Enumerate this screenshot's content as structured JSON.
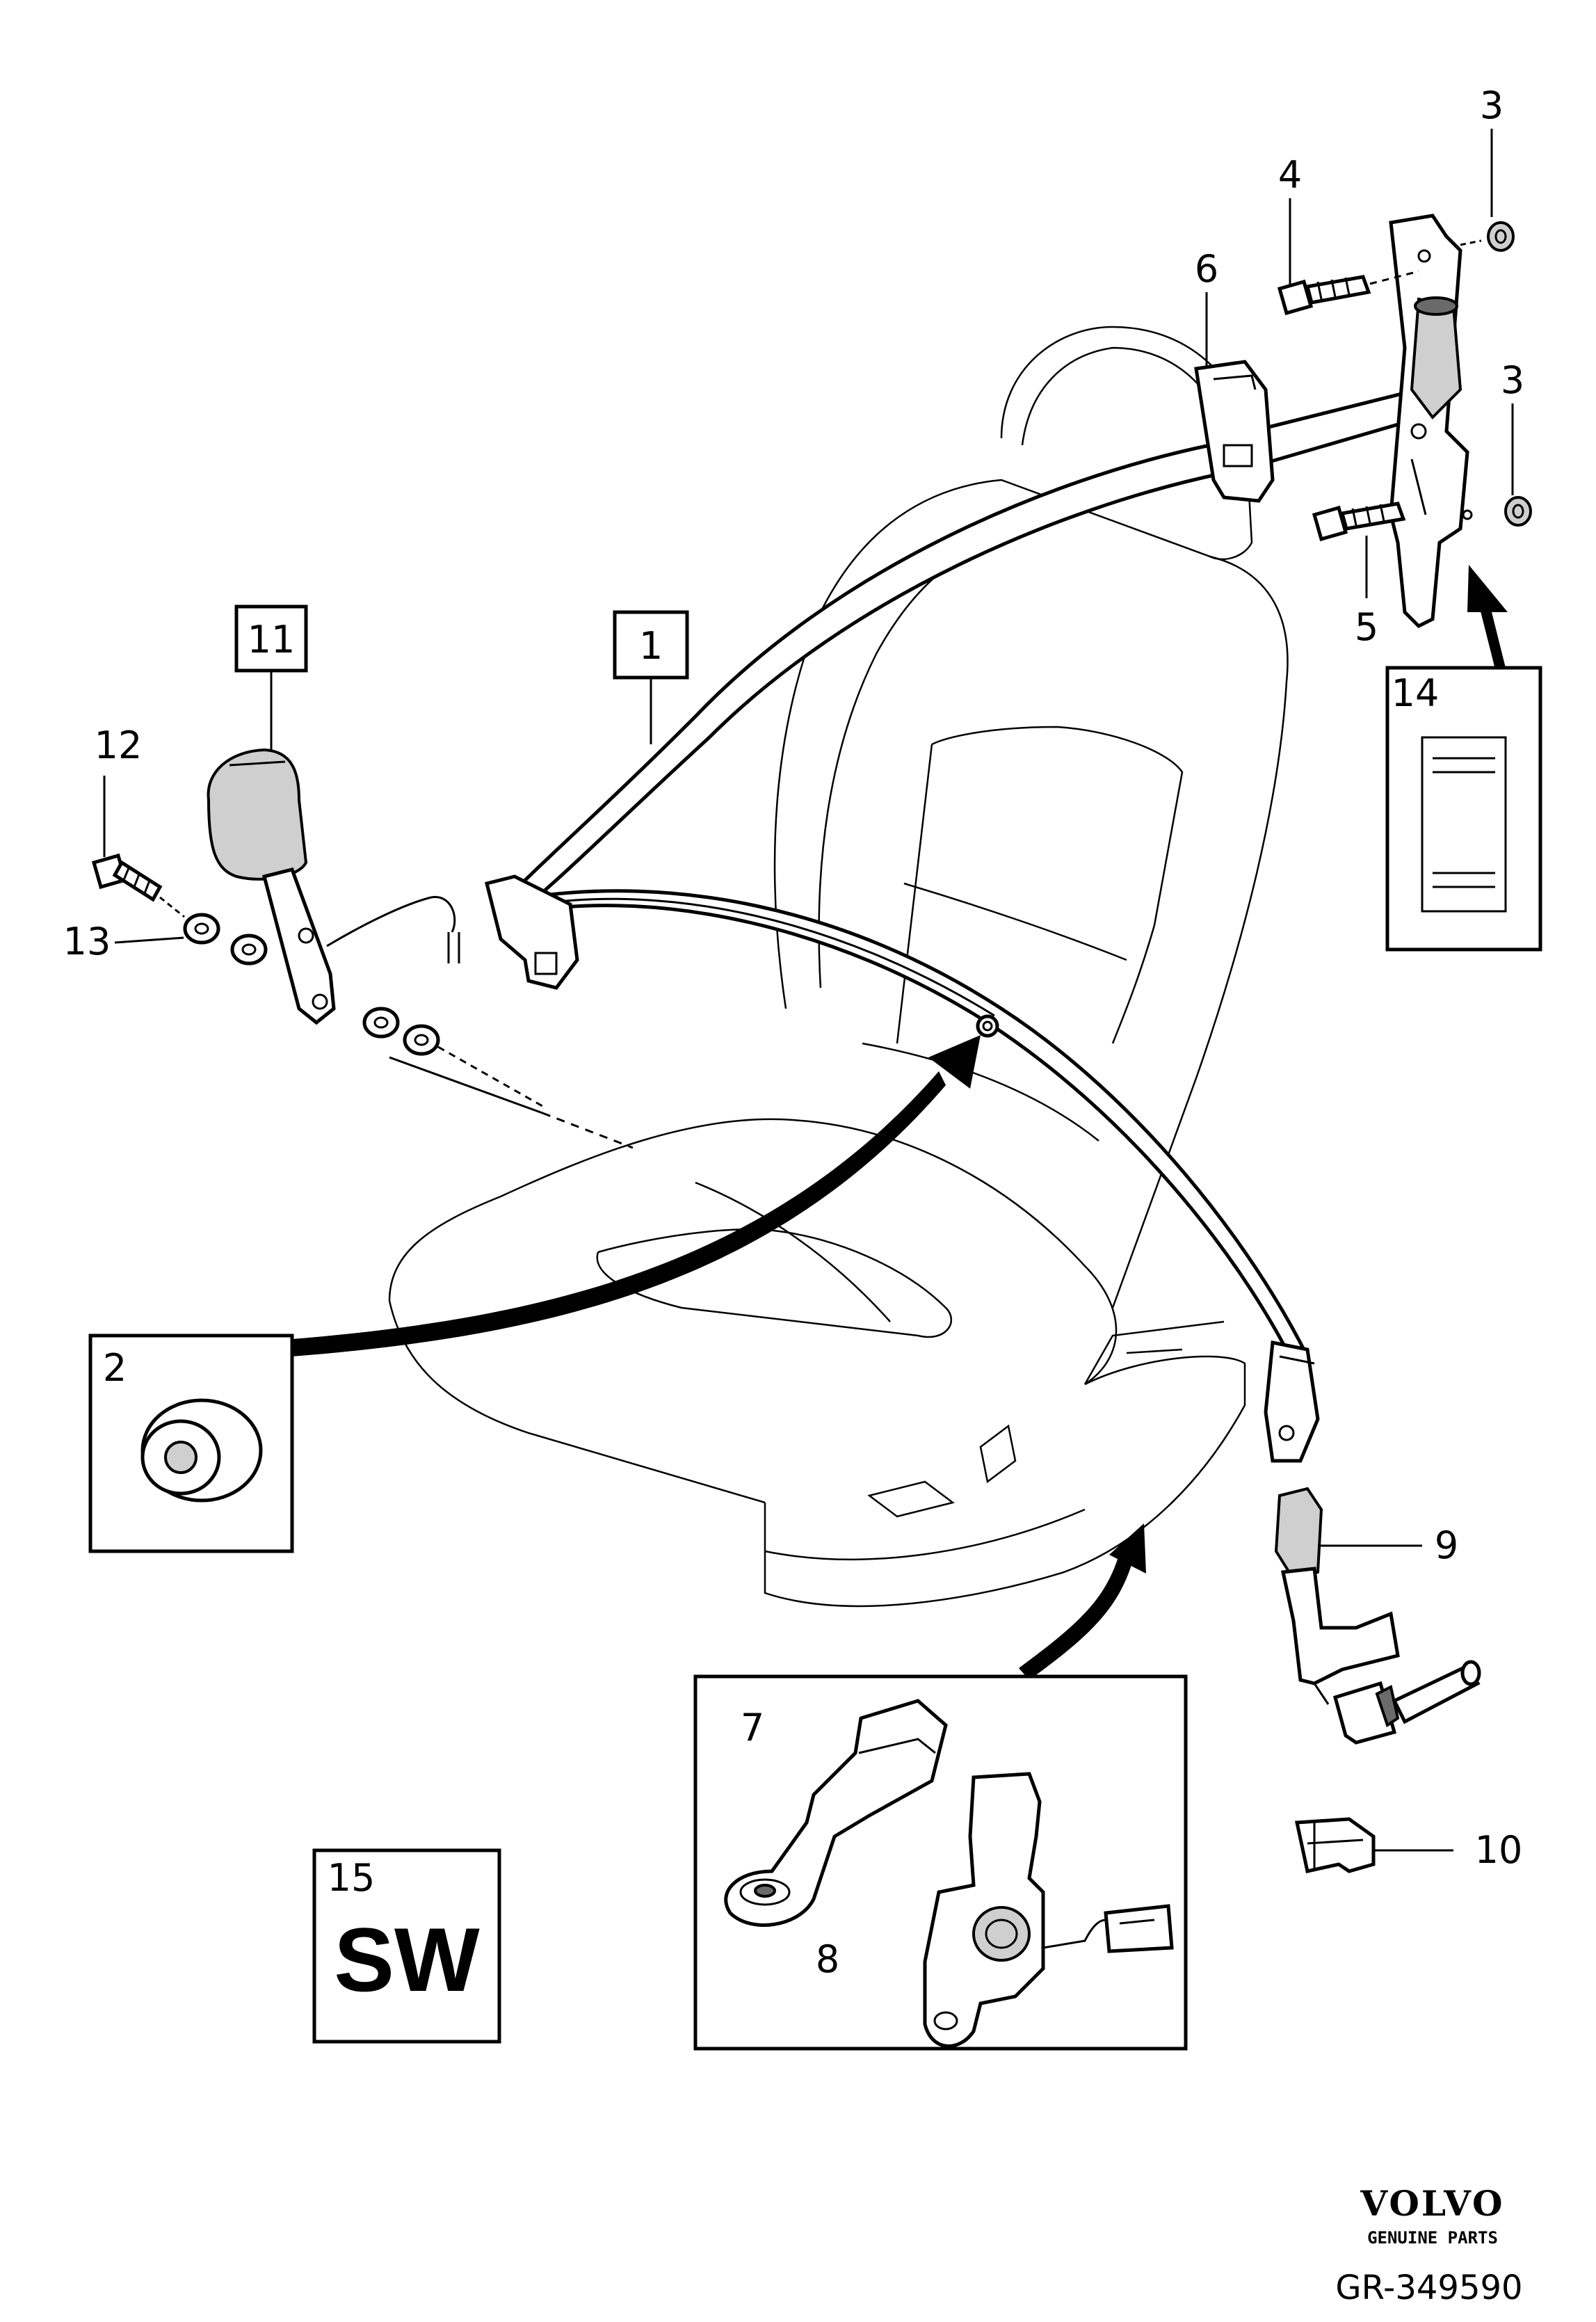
{
  "callouts": {
    "c1": "1",
    "c2": "2",
    "c3a": "3",
    "c3b": "3",
    "c4": "4",
    "c5": "5",
    "c6": "6",
    "c7": "7",
    "c8": "8",
    "c9": "9",
    "c10": "10",
    "c11": "11",
    "c12": "12",
    "c13": "13",
    "c14": "14",
    "c15": "15"
  },
  "sw_label": "SW",
  "brand": {
    "name": "VOLVO",
    "tagline": "GENUINE PARTS",
    "reference": "GR-349590"
  },
  "icons": [
    "seat-belt",
    "belt-buckle",
    "pillar-anchor",
    "grommet",
    "bolt",
    "washer",
    "nut",
    "connector",
    "clip",
    "label"
  ]
}
